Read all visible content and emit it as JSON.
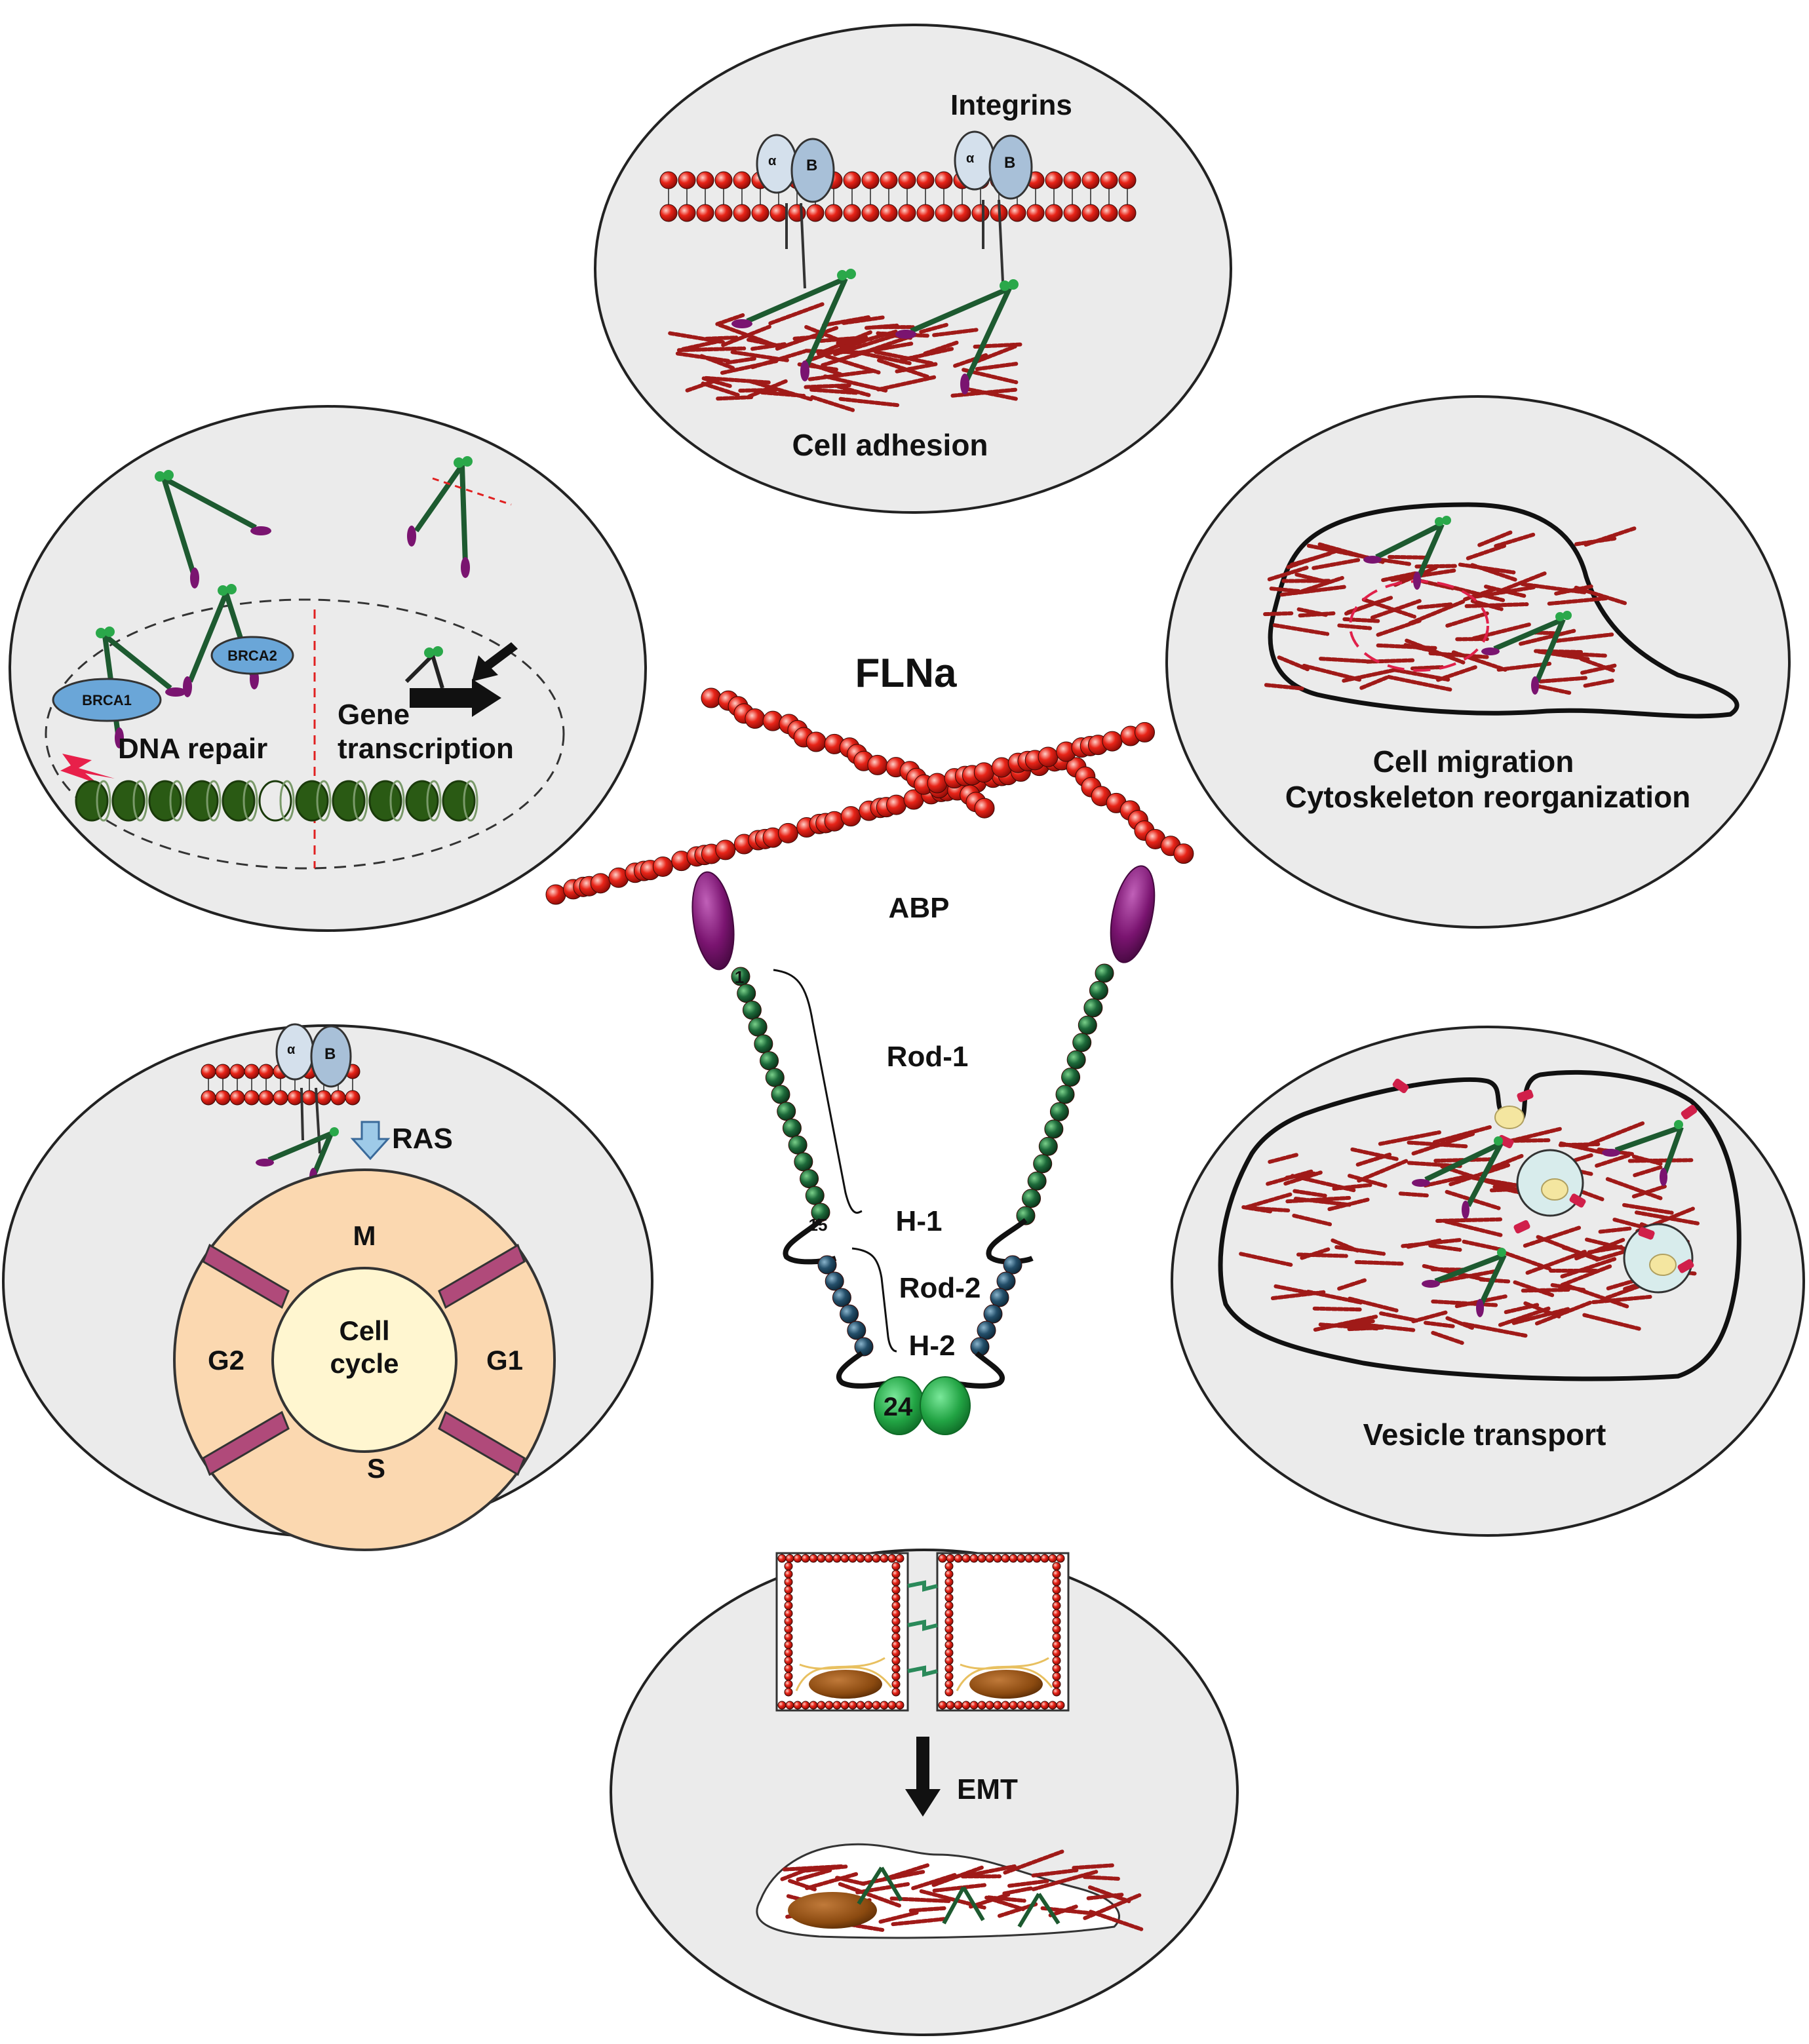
{
  "title": "FLNa",
  "colors": {
    "panel_fill": "#ebebeb",
    "panel_stroke": "#222222",
    "actin": "#d81414",
    "actin_fiber": "#a01a18",
    "abp_domain": "#7a1470",
    "rod1_bead": "#1d6a3a",
    "rod2_bead": "#244f6a",
    "dimer_domain": "#2aa84a",
    "integrin_alpha": "#d4e0ec",
    "integrin_beta": "#a8c0d8",
    "brca": "#6aa6d8",
    "cell_cycle_outer": "#fbd8b0",
    "cell_cycle_inner": "#fff6d0",
    "checkpoint_bar": "#b04a7a",
    "nucleosome": "#2a5a14",
    "nucleus": "#8b4a10",
    "vesicle": "#d8ecec",
    "cargo": "#f4e6a0",
    "receptor": "#d0204a"
  },
  "flna_labels": {
    "abp": "ABP",
    "rod1": "Rod-1",
    "h1": "H-1",
    "rod2": "Rod-2",
    "h2": "H-2",
    "domain_1": "1",
    "domain_15": "15",
    "domain_24": "24"
  },
  "panels": {
    "cell_adhesion": {
      "heading": "Integrins",
      "caption": "Cell adhesion",
      "alpha": "α",
      "beta": "B"
    },
    "dna_repair": {
      "brca1": "BRCA1",
      "brca2": "BRCA2",
      "repair_label": "DNA repair",
      "gene_label_line1": "Gene",
      "gene_label_line2": "transcription"
    },
    "cell_migration": {
      "caption_line1": "Cell migration",
      "caption_line2": "Cytoskeleton reorganization"
    },
    "cell_cycle": {
      "alpha": "α",
      "beta": "B",
      "ras": "RAS",
      "phase_m": "M",
      "phase_g1": "G1",
      "phase_s": "S",
      "phase_g2": "G2",
      "center_line1": "Cell",
      "center_line2": "cycle"
    },
    "vesicle_transport": {
      "caption": "Vesicle transport"
    },
    "emt": {
      "label": "EMT"
    }
  }
}
